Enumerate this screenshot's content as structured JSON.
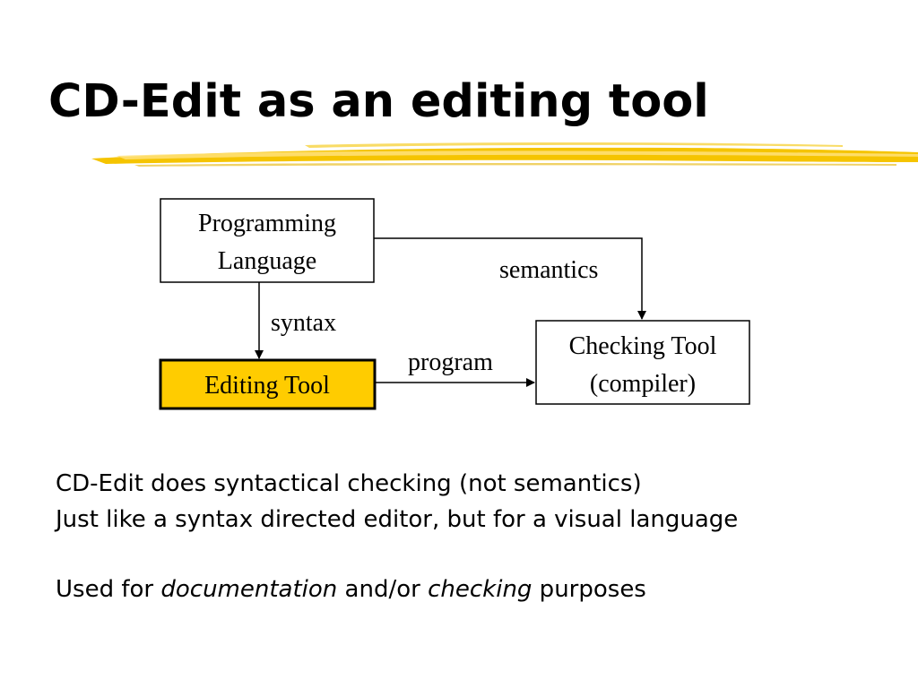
{
  "slide": {
    "title": "CD-Edit as an editing tool",
    "accent_color": "#f5c400"
  },
  "diagram": {
    "nodes": {
      "programming_language": {
        "line1": "Programming",
        "line2": "Language"
      },
      "editing_tool": {
        "label": "Editing Tool",
        "fill": "#ffcc00"
      },
      "checking_tool": {
        "line1": "Checking Tool",
        "line2": "(compiler)"
      }
    },
    "edges": {
      "syntax": "syntax",
      "semantics": "semantics",
      "program": "program"
    }
  },
  "body": {
    "line1": "CD-Edit does syntactical checking (not semantics)",
    "line2": "Just like a syntax directed editor, but for a visual language",
    "line3": {
      "prefix": "Used for ",
      "em1": "documentation",
      "mid": " and/or ",
      "em2": "checking",
      "suffix": " purposes"
    }
  }
}
